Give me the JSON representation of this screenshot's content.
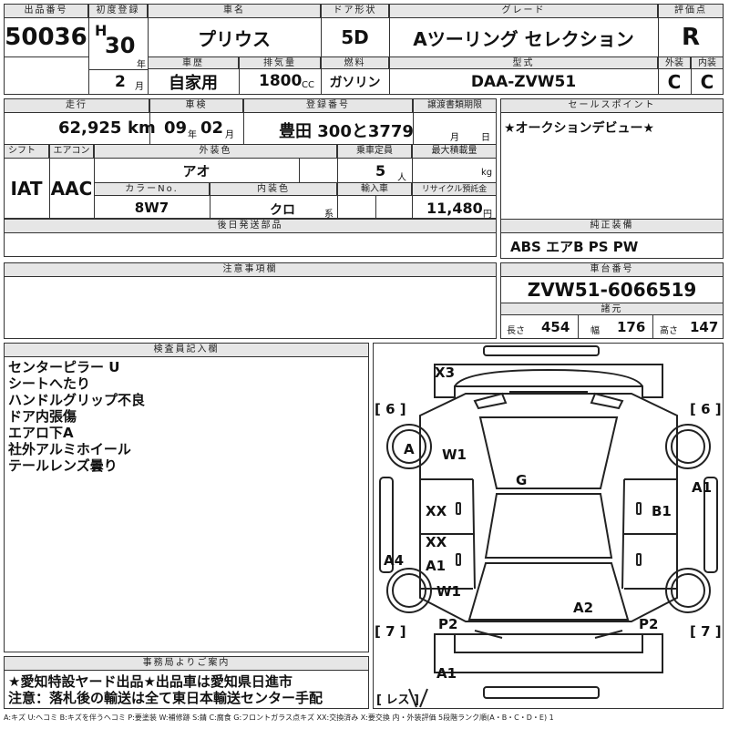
{
  "headers": {
    "lot_no": "出品番号",
    "first_reg": "初度登録",
    "car_name": "車名",
    "door_type": "ドア形状",
    "grade": "グレード",
    "score": "評価点",
    "history": "車歴",
    "displacement": "排気量",
    "fuel": "燃料",
    "model_code": "型式",
    "exterior": "外装",
    "interior": "内装",
    "mileage": "走行",
    "inspection": "車検",
    "reg_no": "登録番号",
    "transfer_deadline": "譲渡書類期限",
    "sales_point": "セールスポイント",
    "shift": "シフト",
    "aircon": "エアコン",
    "ext_color": "外装色",
    "capacity": "乗車定員",
    "max_load": "最大積載量",
    "color_no": "カラーNo.",
    "int_color": "内装色",
    "import": "輸入車",
    "recycle": "リサイクル預託金",
    "later_parts": "後日発送部品",
    "genuine_equip": "純正装備",
    "caution": "注意事項欄",
    "chassis_no": "車台番号",
    "specs": "諸元",
    "inspector": "検査員記入欄",
    "office_notice": "事務局よりご案内"
  },
  "vehicle": {
    "lot_no": "50036",
    "era": "H",
    "year": "30",
    "year_unit": "年",
    "month": "2",
    "month_unit": "月",
    "car_name": "プリウス",
    "door": "5D",
    "grade": "Aツーリング セレクション",
    "score": "R",
    "history": "自家用",
    "displacement": "1800",
    "cc": "CC",
    "fuel": "ガソリン",
    "model_code": "DAA-ZVW51",
    "ext_grade": "C",
    "int_grade": "C",
    "mileage": "62,925",
    "km": "km",
    "insp_year": "09",
    "insp_year_unit": "年",
    "insp_month": "02",
    "insp_month_unit": "月",
    "reg_no": "豊田 300と3779",
    "deadline_month": "月",
    "deadline_day": "日",
    "shift": "IAT",
    "aircon": "AAC",
    "ext_color": "アオ",
    "capacity": "5",
    "capacity_unit": "人",
    "max_load_unit": "kg",
    "color_no": "8W7",
    "int_color": "クロ",
    "int_color_unit": "系",
    "recycle": "11,480",
    "recycle_unit": "円",
    "chassis_no": "ZVW51-6066519",
    "length_label": "長さ",
    "length": "454",
    "width_label": "幅",
    "width": "176",
    "height_label": "高さ",
    "height": "147"
  },
  "sales_point": "★オークションデビュー★",
  "genuine_equipment": "ABS エアB PS PW",
  "inspector_notes": [
    "センターピラー U",
    "シートへたり",
    "ハンドルグリップ不良",
    "ドア内張傷",
    "エアロ下A",
    "社外アルミホイール",
    "テールレンズ曇り"
  ],
  "office_notice": [
    "★愛知特設ヤード出品★出品車は愛知県日進市",
    "注意：落札後の輸送は全て東日本輸送センター手配"
  ],
  "diagram_marks": {
    "x3": "X3",
    "tyre_fl": "[ 6 ]",
    "tyre_fr": "[ 6 ]",
    "tyre_rl": "[ 7 ]",
    "tyre_rr": "[ 7 ]",
    "a_wheel": "A",
    "w1_top": "W1",
    "g_roof": "G",
    "a1_right": "A1",
    "xx_door1": "XX",
    "b1_right": "B1",
    "xx_door2": "XX",
    "a1_door": "A1",
    "a4_left": "A4",
    "w1_rear": "W1",
    "a2_trunk": "A2",
    "p2_left": "P2",
    "p2_right": "P2",
    "a1_bottom": "A1",
    "lens": "[ レス ]"
  },
  "legend": "A:キズ U:ヘコミ B:キズを伴うヘコミ P:要塗装 W:補修跡 S:錆 C:腐食 G:フロントガラス点キズ XX:交換済み X:要交換 内・外装評価 5段階ランク順(A・B・C・D・E) 1"
}
